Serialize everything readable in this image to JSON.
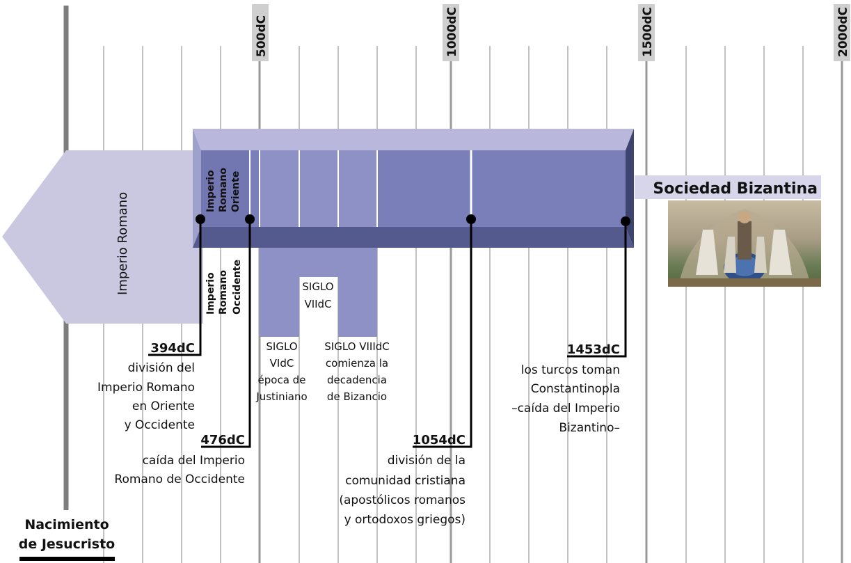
{
  "axis": {
    "origin_label": [
      "Nacimiento",
      "de Jesucristo"
    ],
    "century_labels": [
      "500dC",
      "1000dC",
      "1500dC",
      "2000dC"
    ]
  },
  "periods": {
    "imperio_romano": "Imperio Romano",
    "oriente": [
      "Imperio",
      "Romano",
      "Oriente"
    ],
    "occidente": [
      "Imperio",
      "Romano",
      "Occidente"
    ],
    "sociedad": "Sociedad Bizantina"
  },
  "centuries": {
    "vi": [
      "SIGLO",
      "VIdC",
      "época de",
      "Justiniano"
    ],
    "vii": [
      "SIGLO",
      "VIIdC"
    ],
    "viii": [
      "SIGLO VIIIdC",
      "comienza la",
      "decadencia",
      "de Bizancio"
    ]
  },
  "events": [
    {
      "year": "394dC",
      "lines": [
        "división del",
        "Imperio Romano",
        "en Oriente",
        "y Occidente"
      ]
    },
    {
      "year": "476dC",
      "lines": [
        "caída del Imperio",
        "Romano de Occidente"
      ]
    },
    {
      "year": "1054dC",
      "lines": [
        "división de la",
        "comunidad cristiana",
        "(apostólicos romanos",
        "y ortodoxos griegos)"
      ]
    },
    {
      "year": "1453dC",
      "lines": [
        "los turcos toman",
        "Constantinopla",
        "–caída del Imperio",
        "Bizantino–"
      ]
    }
  ],
  "colors": {
    "roman_arrow": "#c9c8e0",
    "bar_top": "#b9b8dc",
    "bar_face": "#7a7fba",
    "bar_bottom": "#545a8e",
    "century_block": "#8d91c6"
  }
}
